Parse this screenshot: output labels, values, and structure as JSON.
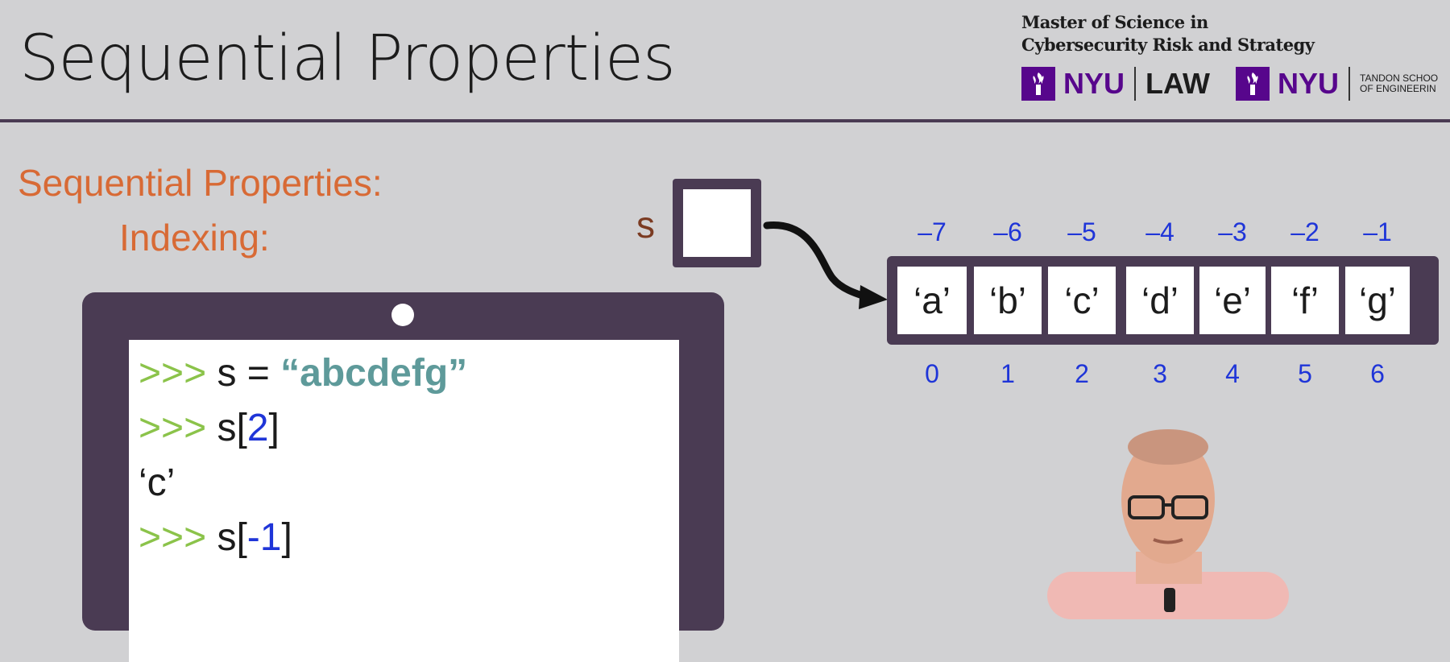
{
  "header": {
    "title": "Sequential Properties",
    "program_line1": "Master of Science in",
    "program_line2": "Cybersecurity Risk and Strategy",
    "logo1_nyu": "NYU",
    "logo1_school": "LAW",
    "logo2_nyu": "NYU",
    "logo2_school_line1": "TANDON SCHOO",
    "logo2_school_line2": "OF ENGINEERIN"
  },
  "content": {
    "heading": "Sequential Properties:",
    "subheading": "Indexing:"
  },
  "code": {
    "prompt": ">>>",
    "line1_var": "s = ",
    "line1_string": "“abcdefg”",
    "line2_pre": "s[",
    "line2_index": "2",
    "line2_post": "]",
    "line3_output": "‘c’",
    "line4_pre": "s[",
    "line4_index": "-1",
    "line4_post": "]"
  },
  "diagram": {
    "variable": "s",
    "cells": [
      "‘a’",
      "‘b’",
      "‘c’",
      "‘d’",
      "‘e’",
      "‘f’",
      "‘g’"
    ],
    "negative_indices": [
      "–7",
      "–6",
      "–5",
      "–4",
      "–3",
      "–2",
      "–1"
    ],
    "positive_indices": [
      "0",
      "1",
      "2",
      "3",
      "4",
      "5",
      "6"
    ]
  },
  "colors": {
    "accent": "#d86a35",
    "frame": "#4a3b53",
    "prompt": "#8bc34a",
    "string": "#5e9a9a",
    "index": "#1f35d8",
    "brand": "#57068c"
  },
  "icons": [
    "torch-icon",
    "arrow-icon"
  ]
}
